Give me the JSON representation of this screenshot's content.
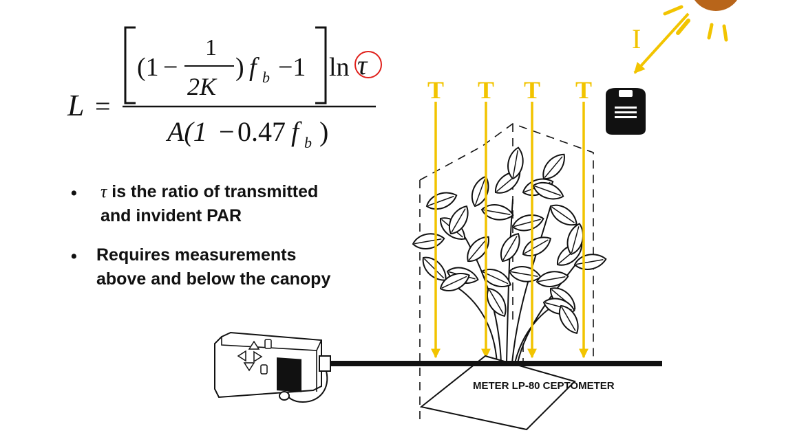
{
  "equation": {
    "lhs": "L",
    "eq": "=",
    "num_open": "(1",
    "num_minus": "−",
    "frac_num": "1",
    "frac_den": "2K",
    "num_close": ")",
    "fb": "f",
    "fb_sub": "b",
    "minus_one": "−1",
    "ln": "ln",
    "tau": "τ",
    "den_a": "A(1",
    "den_minus": "−",
    "den_const": "0.47",
    "den_f": "f",
    "den_sub": "b",
    "den_close": ")",
    "highlight_color": "#e0201b"
  },
  "bullets": [
    {
      "symbol": "τ",
      "line1": " is the ratio of transmitted",
      "line2": "and invident PAR"
    },
    {
      "line1": "Requires measurements",
      "line2": "above and below the canopy"
    }
  ],
  "bullet_char": "•",
  "diagram": {
    "incident_label": "I",
    "transmitted_label": "T",
    "device_label": "METER LP-80 CEPTOMETER",
    "beam_color": "#f2c400",
    "sun_color": "#b8651a"
  }
}
